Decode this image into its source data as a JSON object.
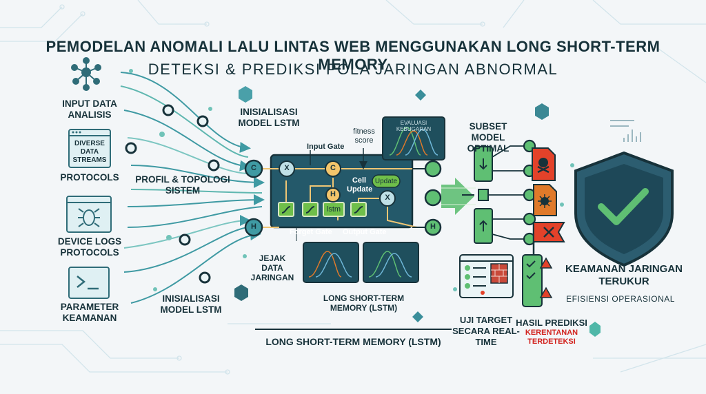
{
  "title": "PEMODELAN ANOMALI LALU LINTAS WEB MENGGUNAKAN LONG SHORT-TERM MEMORY",
  "subtitle": "DETEKSI & PREDIKSI POLA JARINGAN ABNORMAL",
  "inputs": {
    "input_data": "INPUT DATA ANALISIS",
    "diverse_streams": "DIVERSE DATA STREAMS",
    "protocols": "PROTOCOLS",
    "device_logs": "DEVICE LOGS PROTOCOLS",
    "parameter": "PARAMETER KEAMANAN"
  },
  "middle_labels": {
    "profil": "PROFIL & TOPOLOGI SISTEM",
    "init_top": "INISIALISASI MODEL LSTM",
    "init_bottom": "INISIALISASI MODEL LSTM",
    "jejak": "JEJAK DATA JARINGAN"
  },
  "lstm": {
    "input_gate": "Input Gate",
    "forget_gate": "Forget Gate",
    "output_gate": "Output Gate",
    "cell_update": "Cell Update",
    "update_badge": "Update",
    "fitness": "fitness score",
    "lstm_box": "lstm",
    "node_c": "C",
    "node_h": "H",
    "node_x": "X",
    "caption": "LONG SHORT-TERM MEMORY (LSTM)",
    "caption_bottom": "LONG SHORT-TERM MEMORY (LSTM)",
    "eval_title": "EVALUASI KEBUGARAN"
  },
  "outputs": {
    "subset": "SUBSET MODEL OPTIMAL",
    "uji": "UJI TARGET SECARA REAL-TIME",
    "hasil": "HASIL PREDIKSI",
    "kerentanan": "KERENTANAN TERDETEKSI",
    "keamanan": "KEAMANAN JARINGAN TERUKUR",
    "efisiensi": "EFISIENSI OPERASIONAL"
  },
  "colors": {
    "teal_dark": "#1e5d6a",
    "teal": "#3f9aa3",
    "green": "#5fbf73",
    "red": "#d2231e",
    "navy": "#17323a",
    "orange": "#e07a2a",
    "shield": "#224e63"
  },
  "icons": [
    "network-icon",
    "streams-icon",
    "bug-icon",
    "terminal-icon",
    "skull-file-icon",
    "virus-file-icon",
    "flag-icon",
    "shield-check-icon",
    "checklist-icon",
    "chart-icon"
  ]
}
